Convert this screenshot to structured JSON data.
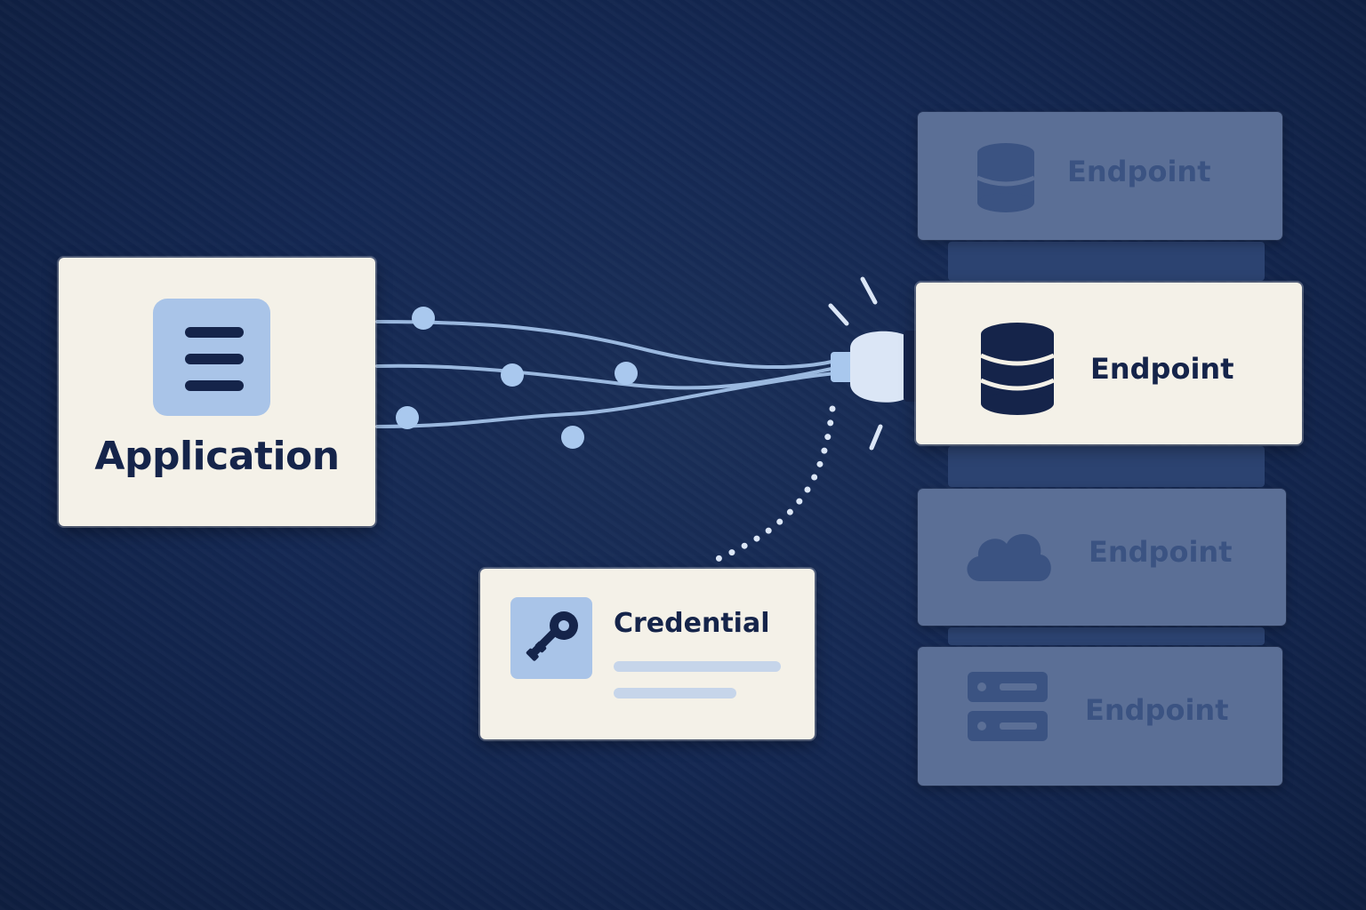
{
  "application": {
    "label": "Application",
    "icon": "menu-lines-icon"
  },
  "credential": {
    "label": "Credential",
    "icon": "key-icon"
  },
  "endpoints": [
    {
      "label": "Endpoint",
      "icon": "database-icon",
      "state": "dim"
    },
    {
      "label": "Endpoint",
      "icon": "database-icon",
      "state": "active"
    },
    {
      "label": "Endpoint",
      "icon": "cloud-icon",
      "state": "dim"
    },
    {
      "label": "Endpoint",
      "icon": "server-icon",
      "state": "dim"
    }
  ],
  "colors": {
    "background": "#13264a",
    "card": "#f4f1e8",
    "card_dim": "#5b6f96",
    "icon_tile": "#a9c4e8",
    "text_dark": "#15244a",
    "connector": "#a9c8ee"
  }
}
